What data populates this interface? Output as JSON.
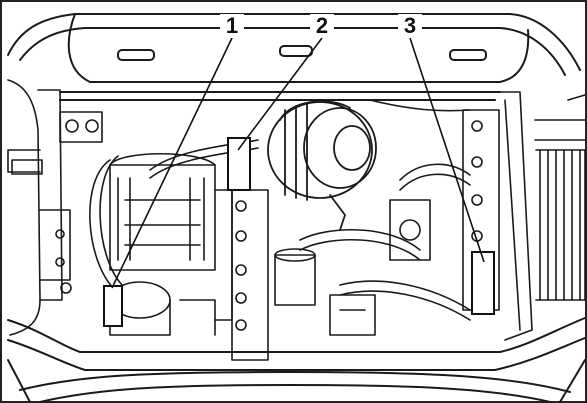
{
  "figure": {
    "callouts": [
      {
        "label": "1"
      },
      {
        "label": "2"
      },
      {
        "label": "3"
      }
    ],
    "colors": {
      "ink": "#1a1a1a",
      "background": "#ffffff",
      "marker_fill": "#ffffff"
    }
  }
}
